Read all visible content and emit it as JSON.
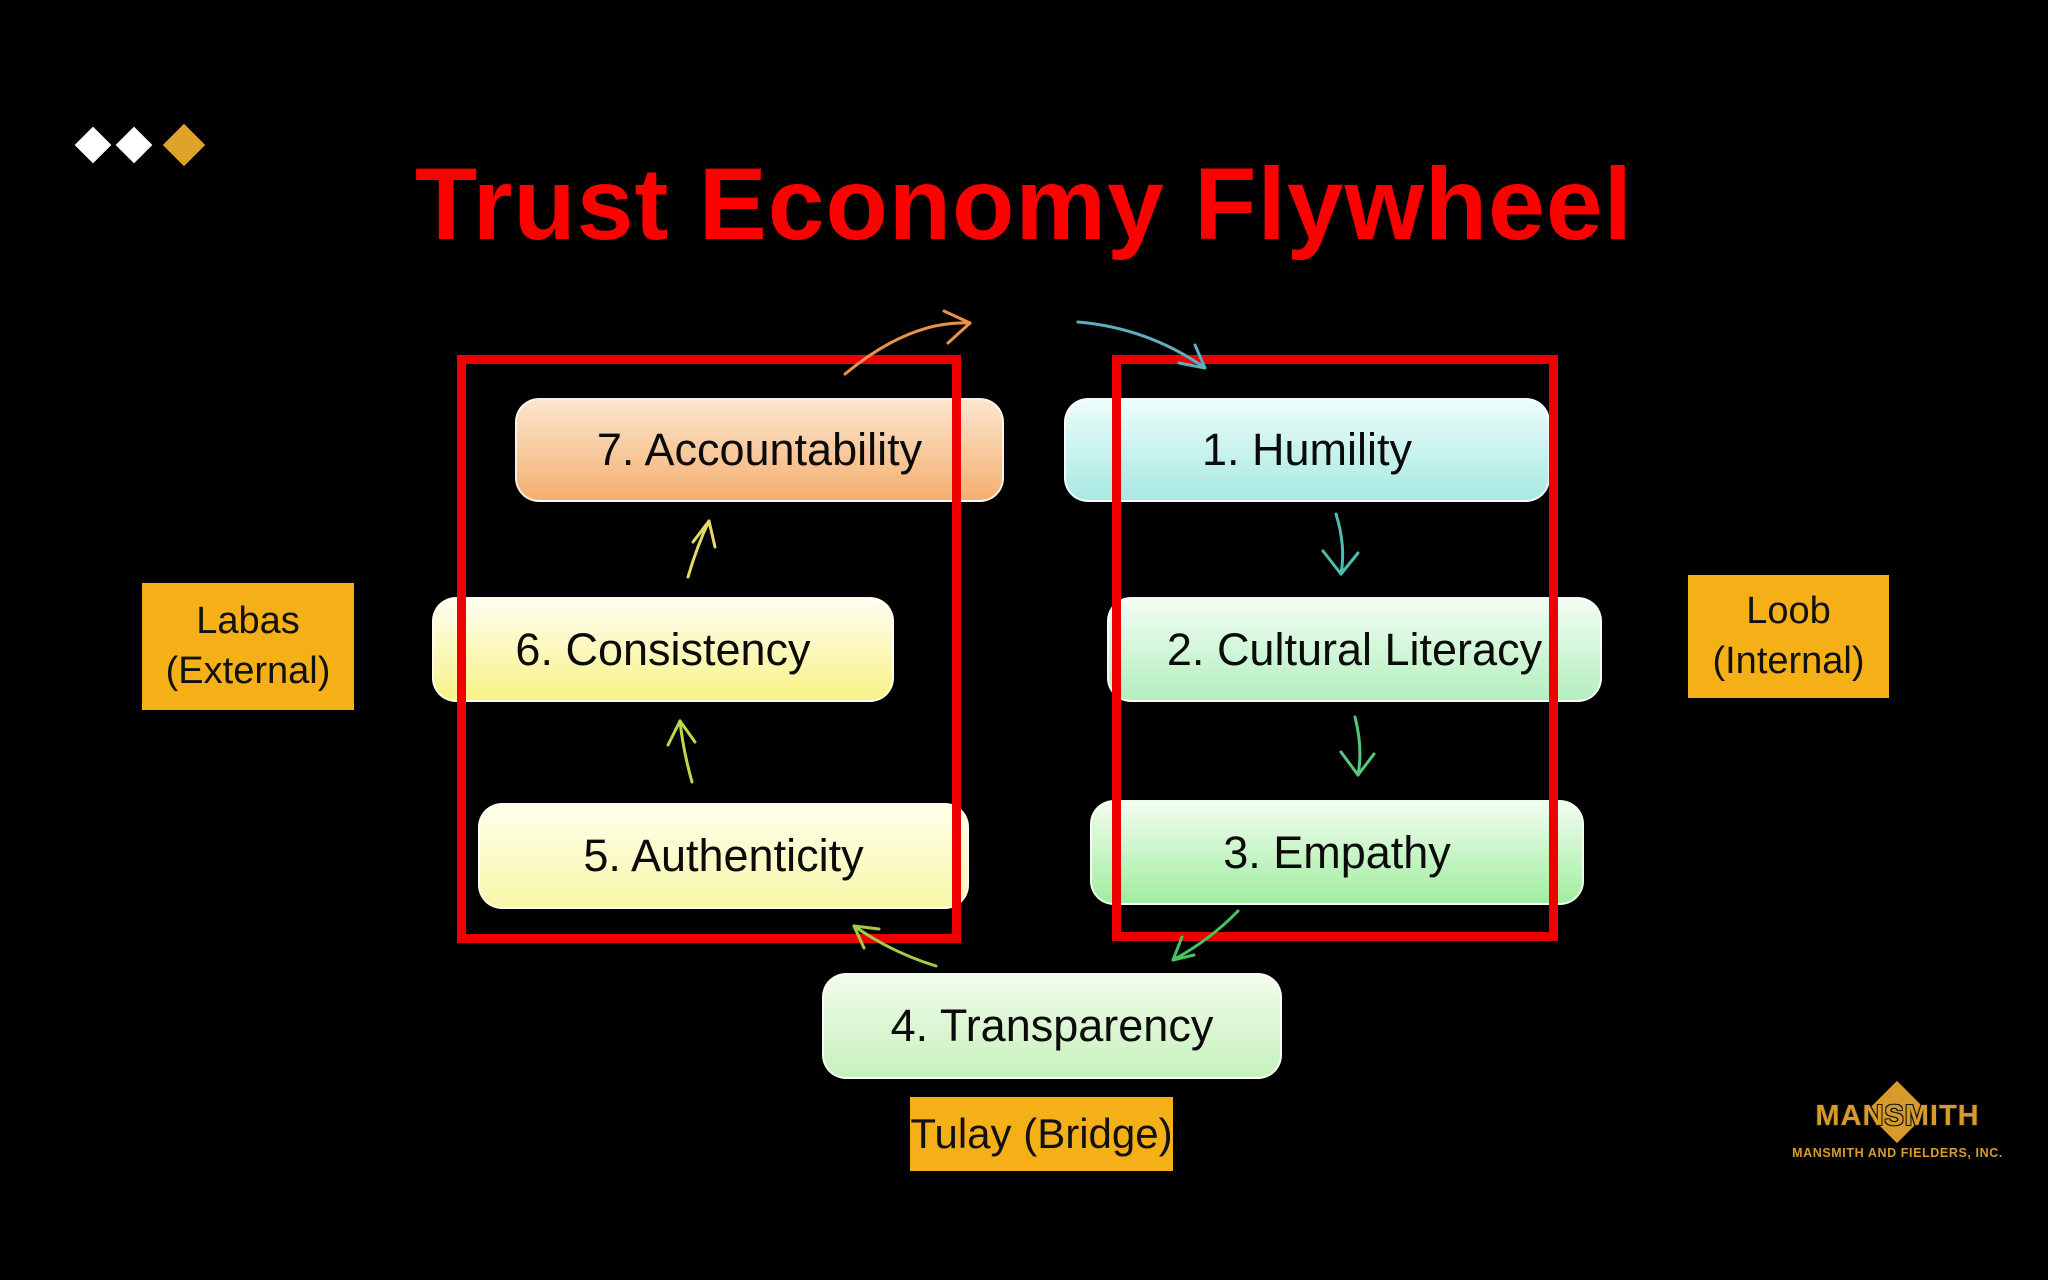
{
  "title": {
    "text": "Trust Economy Flywheel"
  },
  "colors": {
    "background": "#000000",
    "title_red": "#ff0000",
    "highlight_red": "#ee0000",
    "gold_label_bg": "#f5af17",
    "gold_diamond": "#dfa32c",
    "logo_gold": "#d89b2b"
  },
  "decor": {
    "diamonds": [
      {
        "name": "white-diamond-1",
        "color": "#ffffff"
      },
      {
        "name": "white-diamond-2",
        "color": "#ffffff"
      },
      {
        "name": "gold-diamond",
        "color": "#dfa32c"
      }
    ]
  },
  "flywheel": {
    "steps": [
      {
        "key": "humility",
        "label": "1. Humility",
        "gradient": {
          "top": "#edfdfb",
          "bottom": "#a7e9e1"
        }
      },
      {
        "key": "cultural_literacy",
        "label": "2. Cultural Literacy",
        "gradient": {
          "top": "#f1fdf3",
          "bottom": "#b4efbe"
        }
      },
      {
        "key": "empathy",
        "label": "3. Empathy",
        "gradient": {
          "top": "#f2fcf0",
          "bottom": "#a0ee9f"
        }
      },
      {
        "key": "transparency",
        "label": "4. Transparency",
        "gradient": {
          "top": "#f2fbec",
          "bottom": "#c6f2bc"
        }
      },
      {
        "key": "authenticity",
        "label": "5. Authenticity",
        "gradient": {
          "top": "#ffffec",
          "bottom": "#f8f7a8"
        }
      },
      {
        "key": "consistency",
        "label": "6. Consistency",
        "gradient": {
          "top": "#fffef2",
          "bottom": "#f8f286"
        }
      },
      {
        "key": "accountability",
        "label": "7. Accountability",
        "gradient": {
          "top": "#fbe5ce",
          "bottom": "#f5af70"
        }
      }
    ]
  },
  "groups": {
    "external": {
      "line1": "Labas",
      "line2": "(External)"
    },
    "internal": {
      "line1": "Loob",
      "line2": "(Internal)"
    },
    "bridge": {
      "label": "Tulay (Bridge)"
    }
  },
  "arrows": [
    {
      "from": "accountability",
      "to": "humility-top-left",
      "color": "#e8924a"
    },
    {
      "from": "humility-top-right",
      "to": "humility",
      "color": "#5faec0"
    },
    {
      "from": "humility",
      "to": "cultural_literacy",
      "color": "#49bfae"
    },
    {
      "from": "cultural_literacy",
      "to": "empathy",
      "color": "#55c87f"
    },
    {
      "from": "empathy",
      "to": "transparency",
      "color": "#44c463"
    },
    {
      "from": "transparency",
      "to": "authenticity",
      "color": "#9fce45"
    },
    {
      "from": "authenticity",
      "to": "consistency",
      "color": "#bbda4e"
    },
    {
      "from": "consistency",
      "to": "accountability",
      "color": "#e5d968"
    }
  ],
  "logo": {
    "brand": "MANSMITH",
    "company": "MANSMITH AND FIELDERS, INC."
  }
}
